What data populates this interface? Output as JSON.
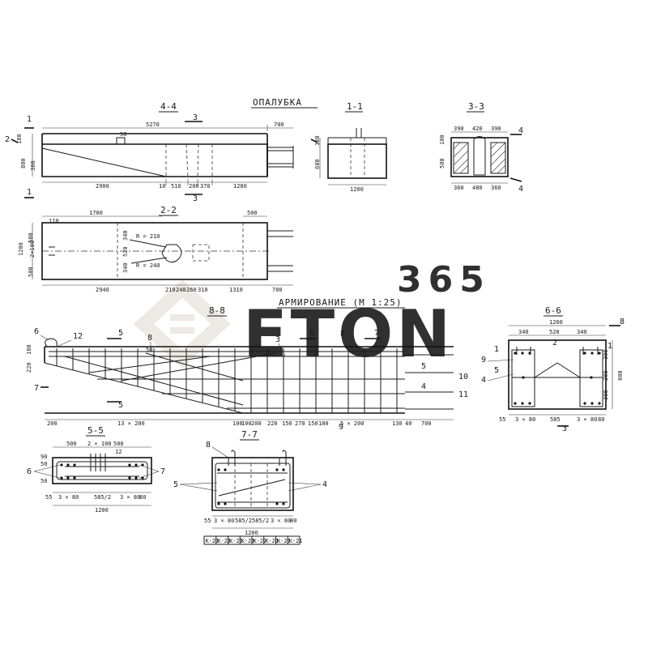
{
  "titles": {
    "formwork": "ОПАЛУБКА",
    "reinforcement": "АРМИРОВАНИЕ (М 1:25)"
  },
  "sections": {
    "s44": "4-4",
    "s11": "1-1",
    "s33": "3-3",
    "s22": "2-2",
    "s88": "8-8",
    "s66": "6-6",
    "s55": "5-5",
    "s77": "7-7"
  },
  "cut_marks": {
    "one": "1",
    "two": "2",
    "three": "3",
    "four": "4",
    "five": "5",
    "six": "6",
    "seven": "7",
    "eight": "8"
  },
  "view44": {
    "dims_top": [
      "5270",
      "700"
    ],
    "dims_bottom": [
      "2900",
      "10",
      "510",
      "200",
      "370",
      "1280"
    ],
    "dims_left": [
      "180",
      "800",
      "380"
    ],
    "mark_50": "50"
  },
  "view11": {
    "dims": [
      "180",
      "600",
      "1200"
    ]
  },
  "view33": {
    "dims_top": [
      "390",
      "420",
      "390"
    ],
    "dims_bottom": [
      "360",
      "480",
      "360"
    ],
    "dims_left": [
      "100",
      "500"
    ]
  },
  "view22": {
    "dims_top": [
      "1700",
      "500"
    ],
    "dims_bottom": [
      "2940",
      "210",
      "240",
      "260",
      "310",
      "1310",
      "700"
    ],
    "dims_left": [
      "1200",
      "500",
      "2×100",
      "500"
    ],
    "dim_110": "110",
    "dims_mid": [
      "340",
      "520",
      "340"
    ],
    "r210": "R = 210",
    "r240": "R = 240"
  },
  "view88": {
    "dims_bottom": [
      "200",
      "13 × 200",
      "100",
      "100",
      "200",
      "220",
      "150",
      "270",
      "150",
      "180",
      "5 × 200",
      "130",
      "40",
      "700"
    ],
    "dims_left": [
      "180",
      "220"
    ],
    "callouts": [
      "6",
      "12",
      "8",
      "3",
      "8",
      "10",
      "5",
      "4",
      "11",
      "9"
    ],
    "mark_50": "50"
  },
  "view66": {
    "dims_top": [
      "1200",
      "340",
      "520",
      "340"
    ],
    "dims_right": [
      "800",
      "300",
      "200",
      "300"
    ],
    "dims_bottom": [
      "55",
      "3 × 80",
      "585",
      "3 × 80",
      "80"
    ],
    "callouts": [
      "9",
      "1",
      "4",
      "2",
      "1",
      "3",
      "5"
    ]
  },
  "view55": {
    "dims_top": [
      "500",
      "2 × 100",
      "500",
      "12"
    ],
    "dims_left": [
      "90",
      "50",
      "50"
    ],
    "dims_bottom": [
      "55",
      "3 × 80",
      "585/2",
      "3 × 80",
      "80",
      "1200"
    ],
    "callouts": [
      "6",
      "7"
    ]
  },
  "view77": {
    "dims_bottom": [
      "55",
      "3 × 80",
      "585/2",
      "585/2",
      "3 × 80",
      "80",
      "1200"
    ],
    "callouts": [
      "8",
      "5",
      "4"
    ],
    "table": [
      "К-21",
      "К-21",
      "К-21",
      "К-21",
      "К-22",
      "К-21",
      "К-21",
      "К-21"
    ]
  },
  "watermark": {
    "brand": "ETON",
    "suffix": "365",
    "colors": {
      "icon": "#e9e2dc",
      "suffix": "#f2c4a6"
    }
  }
}
